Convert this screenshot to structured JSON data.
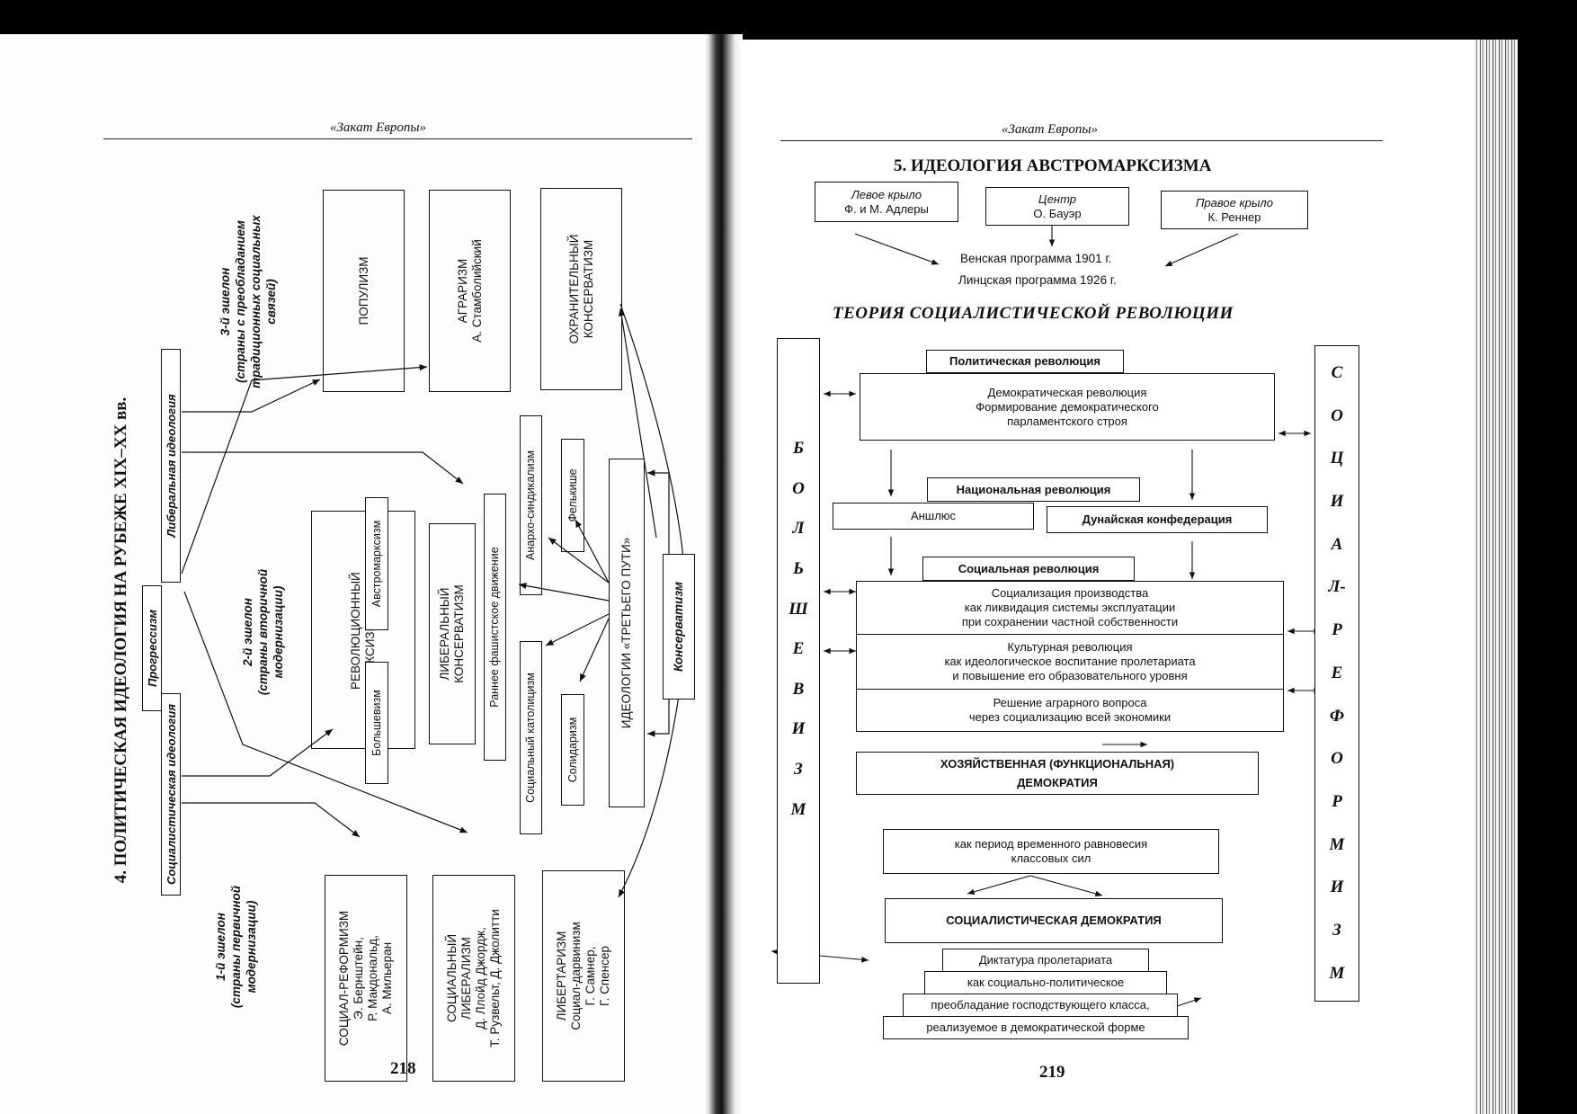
{
  "left_page": {
    "running_header": "«Закат Европы»",
    "title": "4. ПОЛИТИЧЕСКАЯ ИДЕОЛОГИЯ НА РУБЕЖЕ XIX–XX вв.",
    "page_number": "218",
    "axis": {
      "progressism": "Прогрессизм",
      "socialist": "Социалистическая идеология",
      "liberal": "Либеральная идеология"
    },
    "echelons": [
      {
        "title": "1-й эшелон",
        "note": "(страны первичной модернизации)"
      },
      {
        "title": "2-й эшелон",
        "note": "(страны вторичной модернизации)"
      },
      {
        "title": "3-й эшелон",
        "note": "(страны с преобладанием традиционных социальных связей)"
      }
    ],
    "boxes": {
      "populism": "ПОПУЛИЗМ",
      "agrarism_l1": "АГРАРИЗМ",
      "agrarism_l2": "А. Стамболийский",
      "conservative_l1": "ОХРАНИТЕЛЬНЫЙ",
      "conservative_l2": "КОНСЕРВАТИЗМ",
      "rev_marx_l1": "РЕВОЛЮЦИОННЫЙ",
      "rev_marx_l2": "МАРКСИЗМ",
      "austromarx": "Австромарксизм",
      "bolshevism": "Большевизм",
      "lib_cons_l1": "ЛИБЕРАЛЬНЫЙ",
      "lib_cons_l2": "КОНСЕРВАТИЗМ",
      "early_fascist": "Раннее фашистское движение",
      "anarcho": "Анархо-синдикализм",
      "felkishe": "Фелькише",
      "social_catholicism": "Социальный католицизм",
      "solidarism": "Солидаризм",
      "third_way": "ИДЕОЛОГИИ «ТРЕТЬЕГО ПУТИ»",
      "conservatism": "Консерватизм",
      "soc_reform_l1": "СОЦИАЛ-РЕФОРМИЗМ",
      "soc_reform_l2": "Э. Бернштейн,",
      "soc_reform_l3": "Р. Макдональд,",
      "soc_reform_l4": "А. Мильеран",
      "soc_lib_l1": "СОЦИАЛЬНЫЙ",
      "soc_lib_l2": "ЛИБЕРАЛИЗМ",
      "soc_lib_l3": "Д. Ллойд Джордж,",
      "soc_lib_l4": "Т. Рузвельт, Д. Джолитти",
      "libert_l1": "ЛИБЕРТАРИЗМ",
      "libert_l2": "Социал-дарвинизм",
      "libert_l3": "Г. Самнер,",
      "libert_l4": "Г. Спенсер"
    }
  },
  "right_page": {
    "running_header": "«Закат Европы»",
    "title": "5. ИДЕОЛОГИЯ АВСТРОМАРКСИЗМА",
    "page_number": "219",
    "wings": [
      {
        "label": "Левое крыло",
        "name": "Ф. и М. Адлеры"
      },
      {
        "label": "Центр",
        "name": "О. Бауэр"
      },
      {
        "label": "Правое крыло",
        "name": "К. Реннер"
      }
    ],
    "programs": [
      "Венская программа 1901 г.",
      "Линцская программа 1926 г."
    ],
    "theory_title": "ТЕОРИЯ СОЦИАЛИСТИЧЕСКОЙ РЕВОЛЮЦИИ",
    "bolshevism_letters": [
      "Б",
      "О",
      "Л",
      "Ь",
      "Ш",
      "Е",
      "В",
      "И",
      "З",
      "М"
    ],
    "socreformism_letters": [
      "С",
      "О",
      "Ц",
      "И",
      "А",
      "Л-",
      "Р",
      "Е",
      "Ф",
      "О",
      "Р",
      "М",
      "И",
      "З",
      "М"
    ],
    "political_revolution": "Политическая революция",
    "democratic_rev": [
      "Демократическая революция",
      "Формирование демократического",
      "парламентского строя"
    ],
    "national_revolution": "Национальная революция",
    "anschluss": "Аншлюс",
    "danube": "Дунайская конфедерация",
    "social_revolution": "Социальная революция",
    "socialization": [
      "Социализация производства",
      "как ликвидация системы эксплуатации",
      "при сохранении частной собственности"
    ],
    "cultural_rev": [
      "Культурная революция",
      "как идеологическое воспитание пролетариата",
      "и повышение его образовательного уровня"
    ],
    "agrarian": [
      "Решение аграрного вопроса",
      "через социализацию всей экономики"
    ],
    "economic_dem_l1": "ХОЗЯЙСТВЕННАЯ (ФУНКЦИОНАЛЬНАЯ)",
    "economic_dem_l2": "ДЕМОКРАТИЯ",
    "equilibrium": [
      "как период временного равновесия",
      "классовых сил"
    ],
    "socialist_dem": "СОЦИАЛИСТИЧЕСКАЯ ДЕМОКРАТИЯ",
    "dictatorship": [
      "Диктатура пролетариата",
      "как социально-политическое",
      "преобладание господствующего класса,",
      "реализуемое в демократической форме"
    ]
  }
}
